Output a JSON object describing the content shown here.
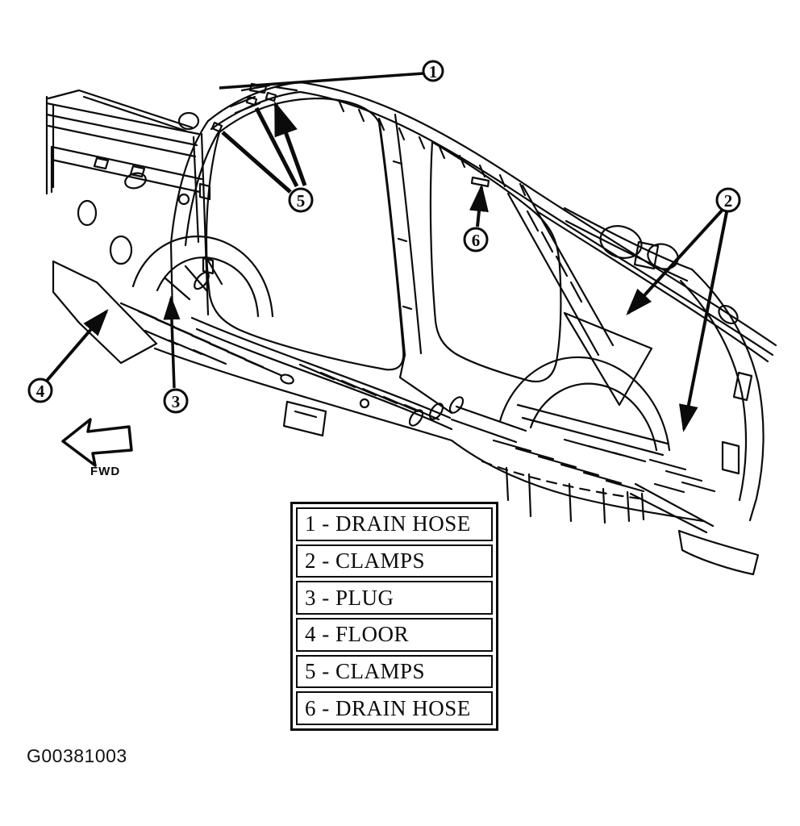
{
  "figure": {
    "code": "G00381003",
    "fwd_label": "FWD"
  },
  "callouts": [
    {
      "number": "1"
    },
    {
      "number": "2"
    },
    {
      "number": "3"
    },
    {
      "number": "4"
    },
    {
      "number": "5"
    },
    {
      "number": "6"
    }
  ],
  "legend": {
    "items": [
      "1 - DRAIN HOSE",
      "2 - CLAMPS",
      "3 - PLUG",
      "4 - FLOOR",
      "5 - CLAMPS",
      "6 - DRAIN HOSE"
    ]
  },
  "colors": {
    "ink": "#0b0b0b",
    "paper": "#ffffff"
  }
}
